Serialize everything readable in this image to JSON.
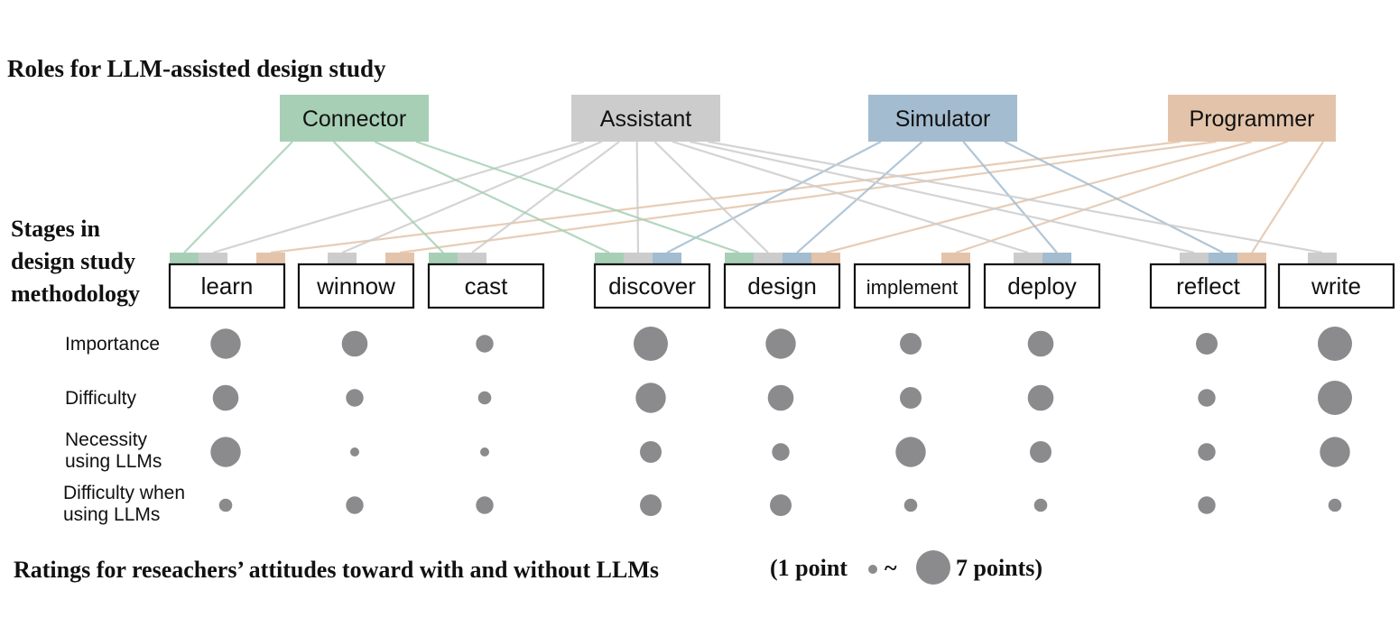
{
  "titles": {
    "roles": "Roles for LLM-assisted design study",
    "stages": [
      "Stages in",
      "design study",
      "methodology"
    ],
    "ratings": "Ratings for reseachers’ attitudes toward with and without LLMs",
    "legend_open": "(1 point",
    "legend_tilde": "~",
    "legend_close": "7 points)"
  },
  "roles": [
    {
      "key": "connector",
      "label": "Connector",
      "color": "#a7cfb5"
    },
    {
      "key": "assistant",
      "label": "Assistant",
      "color": "#cccccc"
    },
    {
      "key": "simulator",
      "label": "Simulator",
      "color": "#a3bcd0"
    },
    {
      "key": "programmer",
      "label": "Programmer",
      "color": "#e3c4aa"
    }
  ],
  "stages": [
    {
      "key": "learn",
      "label": "learn",
      "roles": [
        "connector",
        "assistant",
        "programmer"
      ]
    },
    {
      "key": "winnow",
      "label": "winnow",
      "roles": [
        "assistant",
        "programmer"
      ]
    },
    {
      "key": "cast",
      "label": "cast",
      "roles": [
        "connector",
        "assistant"
      ]
    },
    {
      "key": "discover",
      "label": "discover",
      "roles": [
        "connector",
        "assistant",
        "simulator"
      ]
    },
    {
      "key": "design",
      "label": "design",
      "roles": [
        "connector",
        "assistant",
        "simulator",
        "programmer"
      ]
    },
    {
      "key": "implement",
      "label": "implement",
      "roles": [
        "programmer"
      ]
    },
    {
      "key": "deploy",
      "label": "deploy",
      "roles": [
        "assistant",
        "simulator"
      ]
    },
    {
      "key": "reflect",
      "label": "reflect",
      "roles": [
        "assistant",
        "simulator",
        "programmer"
      ]
    },
    {
      "key": "write",
      "label": "write",
      "roles": [
        "assistant"
      ]
    }
  ],
  "metrics": [
    {
      "key": "importance",
      "label": [
        "Importance"
      ]
    },
    {
      "key": "difficulty",
      "label": [
        "Difficulty"
      ]
    },
    {
      "key": "necessity",
      "label": [
        "Necessity",
        "using LLMs"
      ]
    },
    {
      "key": "difficulty_llm",
      "label": [
        "Difficulty when",
        "using LLMs"
      ]
    }
  ],
  "ratings": {
    "importance": [
      6,
      5,
      3,
      7,
      6,
      4,
      5,
      4,
      7
    ],
    "difficulty": [
      5,
      3,
      2,
      6,
      5,
      4,
      5,
      3,
      7
    ],
    "necessity": [
      6,
      1,
      1,
      4,
      3,
      6,
      4,
      3,
      6
    ],
    "difficulty_llm": [
      2,
      3,
      3,
      4,
      4,
      2,
      2,
      3,
      2
    ]
  },
  "scale": {
    "min": 1,
    "max": 7
  }
}
